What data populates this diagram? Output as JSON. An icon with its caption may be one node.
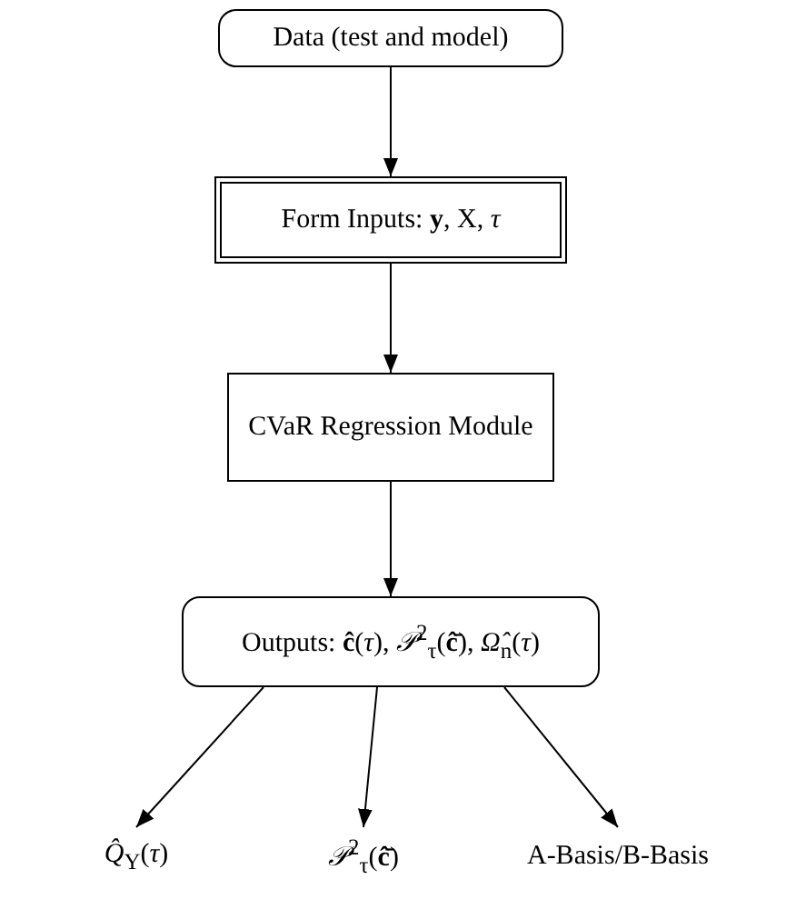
{
  "diagram": {
    "nodes": [
      {
        "text": [
          "Data (test and model)"
        ]
      },
      {
        "text": [
          "Form Inputs: **y**, X, *τ*"
        ]
      },
      {
        "text": [
          "CVaR Regression Module"
        ]
      },
      {
        "text": [
          "Outputs: **ĉ**(*τ*), *𝒫*$^{2}$$_{τ}$(**ĉ̄**), *Ω̂*$_{n}$(*τ*)"
        ]
      },
      {
        "text": [
          "*Q̂*$_{Y}$(*τ*)"
        ]
      },
      {
        "text": [
          "*𝒫*$^{2}$$_{τ}$(**ĉ̄**)"
        ]
      },
      {
        "text": [
          "A-Basis/B-Basis"
        ]
      }
    ],
    "edges": [
      {
        "from": 0,
        "to": 1,
        "arrow": "to"
      },
      {
        "from": 1,
        "to": 2,
        "arrow": "to"
      },
      {
        "from": 2,
        "to": 3,
        "arrow": "to"
      },
      {
        "from": 3,
        "to": 4,
        "arrow": "to"
      },
      {
        "from": 3,
        "to": 5,
        "arrow": "to"
      },
      {
        "from": 3,
        "to": 6,
        "arrow": "to"
      }
    ]
  }
}
